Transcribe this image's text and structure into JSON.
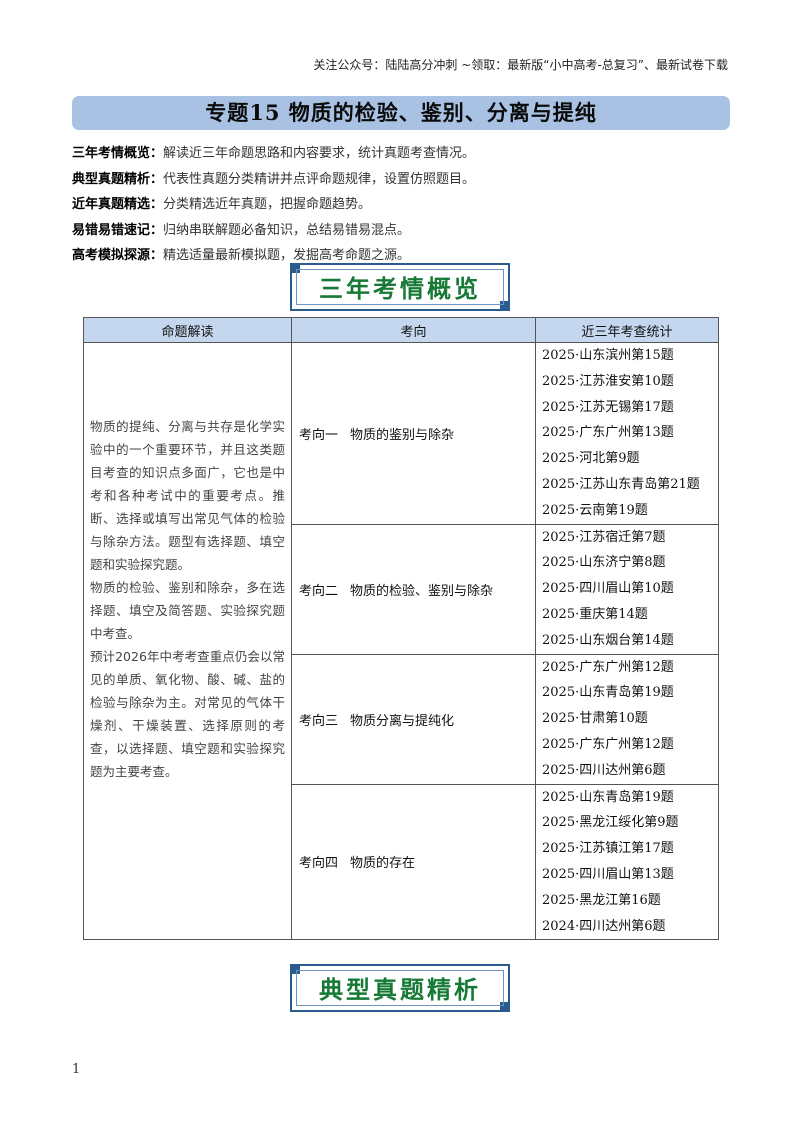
{
  "header": {
    "note": "关注公众号：陆陆高分冲刺  ~领取：最新版“小中高考-总复习”、最新试卷下载"
  },
  "title": "专题15  物质的检验、鉴别、分离与提纯",
  "intro": [
    {
      "key": "三年考情概览：",
      "text": "解读近三年命题思路和内容要求，统计真题考查情况。"
    },
    {
      "key": "典型真题精析：",
      "text": "代表性真题分类精讲并点评命题规律，设置仿照题目。"
    },
    {
      "key": "近年真题精选：",
      "text": "分类精选近年真题，把握命题趋势。"
    },
    {
      "key": "易错易错速记：",
      "text": "归纳串联解题必备知识，总结易错易混点。"
    },
    {
      "key": "高考模拟探源：",
      "text": "精选适量最新模拟题，发掘高考命题之源。"
    }
  ],
  "banners": {
    "overview": "三年考情概览",
    "typical": "典型真题精析"
  },
  "table": {
    "headers": [
      "命题解读",
      "考向",
      "近三年考查统计"
    ],
    "description": [
      "物质的提纯、分离与共存是化学实验中的一个重要环节，并且这类题目考查的知识点多面广，它也是中考和各种考试中的重要考点。推断、选择或填写出常见气体的检验与除杂方法。题型有选择题、填空题和实验探究题。",
      "物质的检验、鉴别和除杂，多在选择题、填空及简答题、实验探究题中考查。",
      "预计2026年中考考查重点仍会以常见的单质、氧化物、酸、碱、盐的检验与除杂为主。对常见的气体干燥剂、干燥装置、选择原则的考查，以选择题、填空题和实验探究题为主要考查。"
    ],
    "rows": [
      {
        "dir_num": "考向一",
        "dir_name": "物质的鉴别与除杂",
        "stats": [
          "2025·山东滨州第15题",
          "2025·江苏淮安第10题",
          "2025·江苏无锡第17题",
          "2025·广东广州第13题",
          "2025·河北第9题",
          "2025·江苏山东青岛第21题",
          "2025·云南第19题"
        ]
      },
      {
        "dir_num": "考向二",
        "dir_name": "物质的检验、鉴别与除杂",
        "stats": [
          "2025·江苏宿迁第7题",
          "2025·山东济宁第8题",
          "2025·四川眉山第10题",
          "2025·重庆第14题",
          "2025·山东烟台第14题"
        ]
      },
      {
        "dir_num": "考向三",
        "dir_name": "物质分离与提纯化",
        "stats": [
          "2025·广东广州第12题",
          "2025·山东青岛第19题",
          "2025·甘肃第10题",
          "2025·广东广州第12题",
          "2025·四川达州第6题"
        ]
      },
      {
        "dir_num": "考向四",
        "dir_name": "物质的存在",
        "stats": [
          "2025·山东青岛第19题",
          "2025·黑龙江绥化第9题",
          "2025·江苏镇江第17题",
          "2025·四川眉山第13题",
          "2025·黑龙江第16题",
          "2024·四川达州第6题"
        ]
      }
    ]
  },
  "footer": {
    "page_number": "1"
  }
}
